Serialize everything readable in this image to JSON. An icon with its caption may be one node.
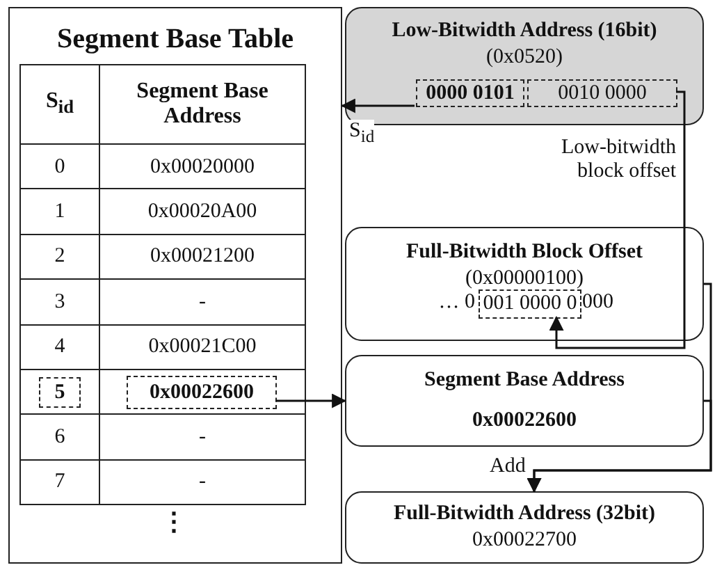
{
  "diagram": {
    "nodes": [
      {
        "text": [
          "Segment Base Table"
        ]
      },
      {
        "text": [
          "5"
        ],
        "in": 0
      },
      {
        "text": [
          "0x00022600"
        ],
        "in": 0
      },
      {
        "text": [
          "Low-Bitwidth Address (16bit)",
          "(0x0520)"
        ]
      },
      {
        "text": [
          "0000 0101"
        ],
        "in": 3
      },
      {
        "text": [
          "0010 0000"
        ],
        "in": 3
      },
      {
        "text": [
          "Full-Bitwidth Block Offset",
          "(0x00000100)",
          "… 0",
          "000"
        ]
      },
      {
        "text": [
          "001 0000 0"
        ],
        "in": 6
      },
      {
        "text": [
          "Segment Base Address",
          "0x00022600"
        ]
      },
      {
        "text": [
          "Full-Bitwidth Address (32bit)",
          "0x00022700"
        ]
      }
    ],
    "edges": [
      {
        "from": 4,
        "to": 0,
        "arrow": "to",
        "label": "S$_{id}$"
      },
      {
        "from": 5,
        "to": 7,
        "arrow": "to",
        "label": "Low-bitwidth block offset"
      },
      {
        "from": 2,
        "to": 8,
        "arrow": "to"
      },
      {
        "from": 6,
        "to": 9,
        "arrow": "to"
      },
      {
        "from": 8,
        "to": 9,
        "arrow": "to",
        "label": "Add"
      }
    ],
    "labels": [
      "S$_{id}$",
      "Segment Base Address",
      "0",
      "0x00020000",
      "1",
      "0x00020A00",
      "2",
      "0x00021200",
      "3",
      "-",
      "4",
      "0x00021C00",
      "6",
      "-",
      "7",
      "-",
      "⋮"
    ]
  }
}
